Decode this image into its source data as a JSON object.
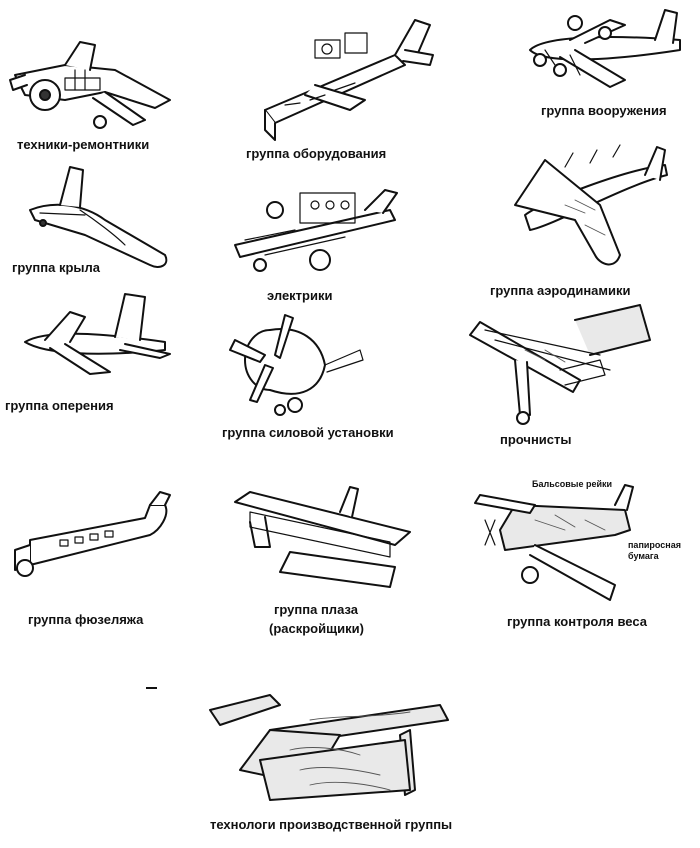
{
  "captions": {
    "mechanics": "техники-ремонтники",
    "equipment": "группа оборудования",
    "armament": "группа вооружения",
    "wing": "группа крыла",
    "electricians": "электрики",
    "aerodynamics": "группа аэродинамики",
    "empennage": "группа оперения",
    "powerplant": "группа силовой установки",
    "strength": "прочнисты",
    "fuselage": "группа фюзеляжа",
    "loft_line1": "группа плаза",
    "loft_line2": "(раскройщики)",
    "weight_control": "группа контроля веса",
    "production": "технологи производственной группы"
  },
  "annotations": {
    "balsa": "Бальсовые рейки",
    "tissue_line1": "папиросная",
    "tissue_line2": "бумага"
  }
}
